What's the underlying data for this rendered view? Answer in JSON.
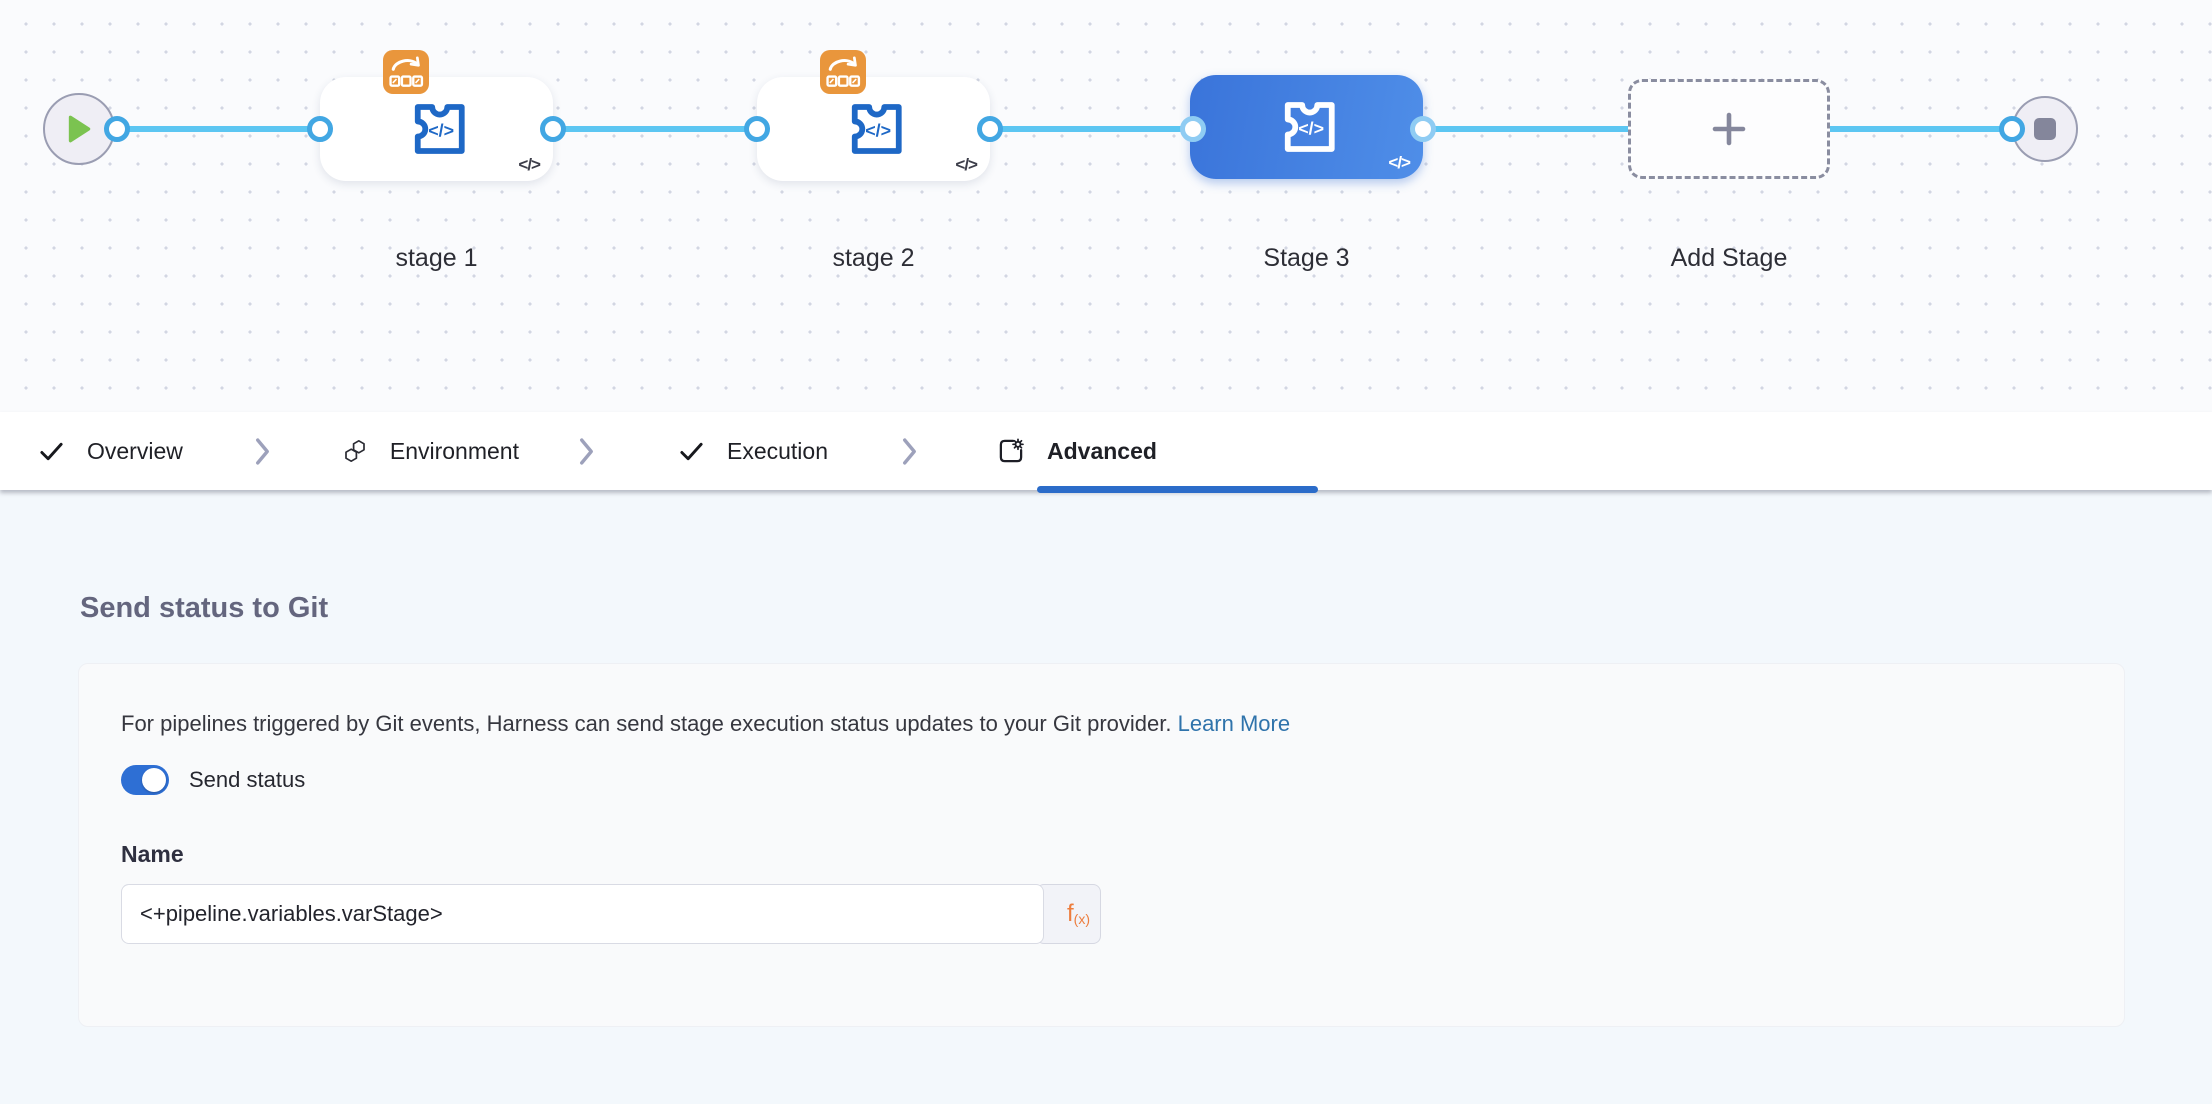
{
  "pipeline": {
    "stages": [
      {
        "label": "stage 1",
        "selected": false,
        "badge": "rolling-update-badge",
        "code_indicator": "</>"
      },
      {
        "label": "stage 2",
        "selected": false,
        "badge": "rolling-update-badge",
        "code_indicator": "</>"
      },
      {
        "label": "Stage 3",
        "selected": true,
        "badge": null,
        "code_indicator": "</>"
      }
    ],
    "add_stage": {
      "label": "Add Stage"
    }
  },
  "tabs": [
    {
      "label": "Overview",
      "icon": "check-icon",
      "completed": true,
      "active": false
    },
    {
      "label": "Environment",
      "icon": "environment-icon",
      "completed": false,
      "active": false
    },
    {
      "label": "Execution",
      "icon": "check-icon",
      "completed": true,
      "active": false
    },
    {
      "label": "Advanced",
      "icon": "advanced-gear-icon",
      "completed": false,
      "active": true
    }
  ],
  "panel": {
    "heading": "Send status to Git",
    "description": "For pipelines triggered by Git events, Harness can send stage execution status updates to your Git provider.",
    "learn_more_label": "Learn More",
    "toggle_label": "Send status",
    "toggle_on": true,
    "name_field": {
      "label": "Name",
      "value": "<+pipeline.variables.varStage>"
    },
    "expression_f": "f",
    "expression_sub": "(x)"
  },
  "colors": {
    "accent_blue": "#2b6cc9",
    "selected_stage_gradient": [
      "#3a74da",
      "#4f8ee8"
    ],
    "connector_blue": "#5cc6f2",
    "badge_orange": "#e9963c",
    "toggle_on_blue": "#2e6fd4",
    "link_blue": "#2f73ab",
    "expression_orange": "#ed7d3e",
    "play_green": "#7bc350"
  }
}
